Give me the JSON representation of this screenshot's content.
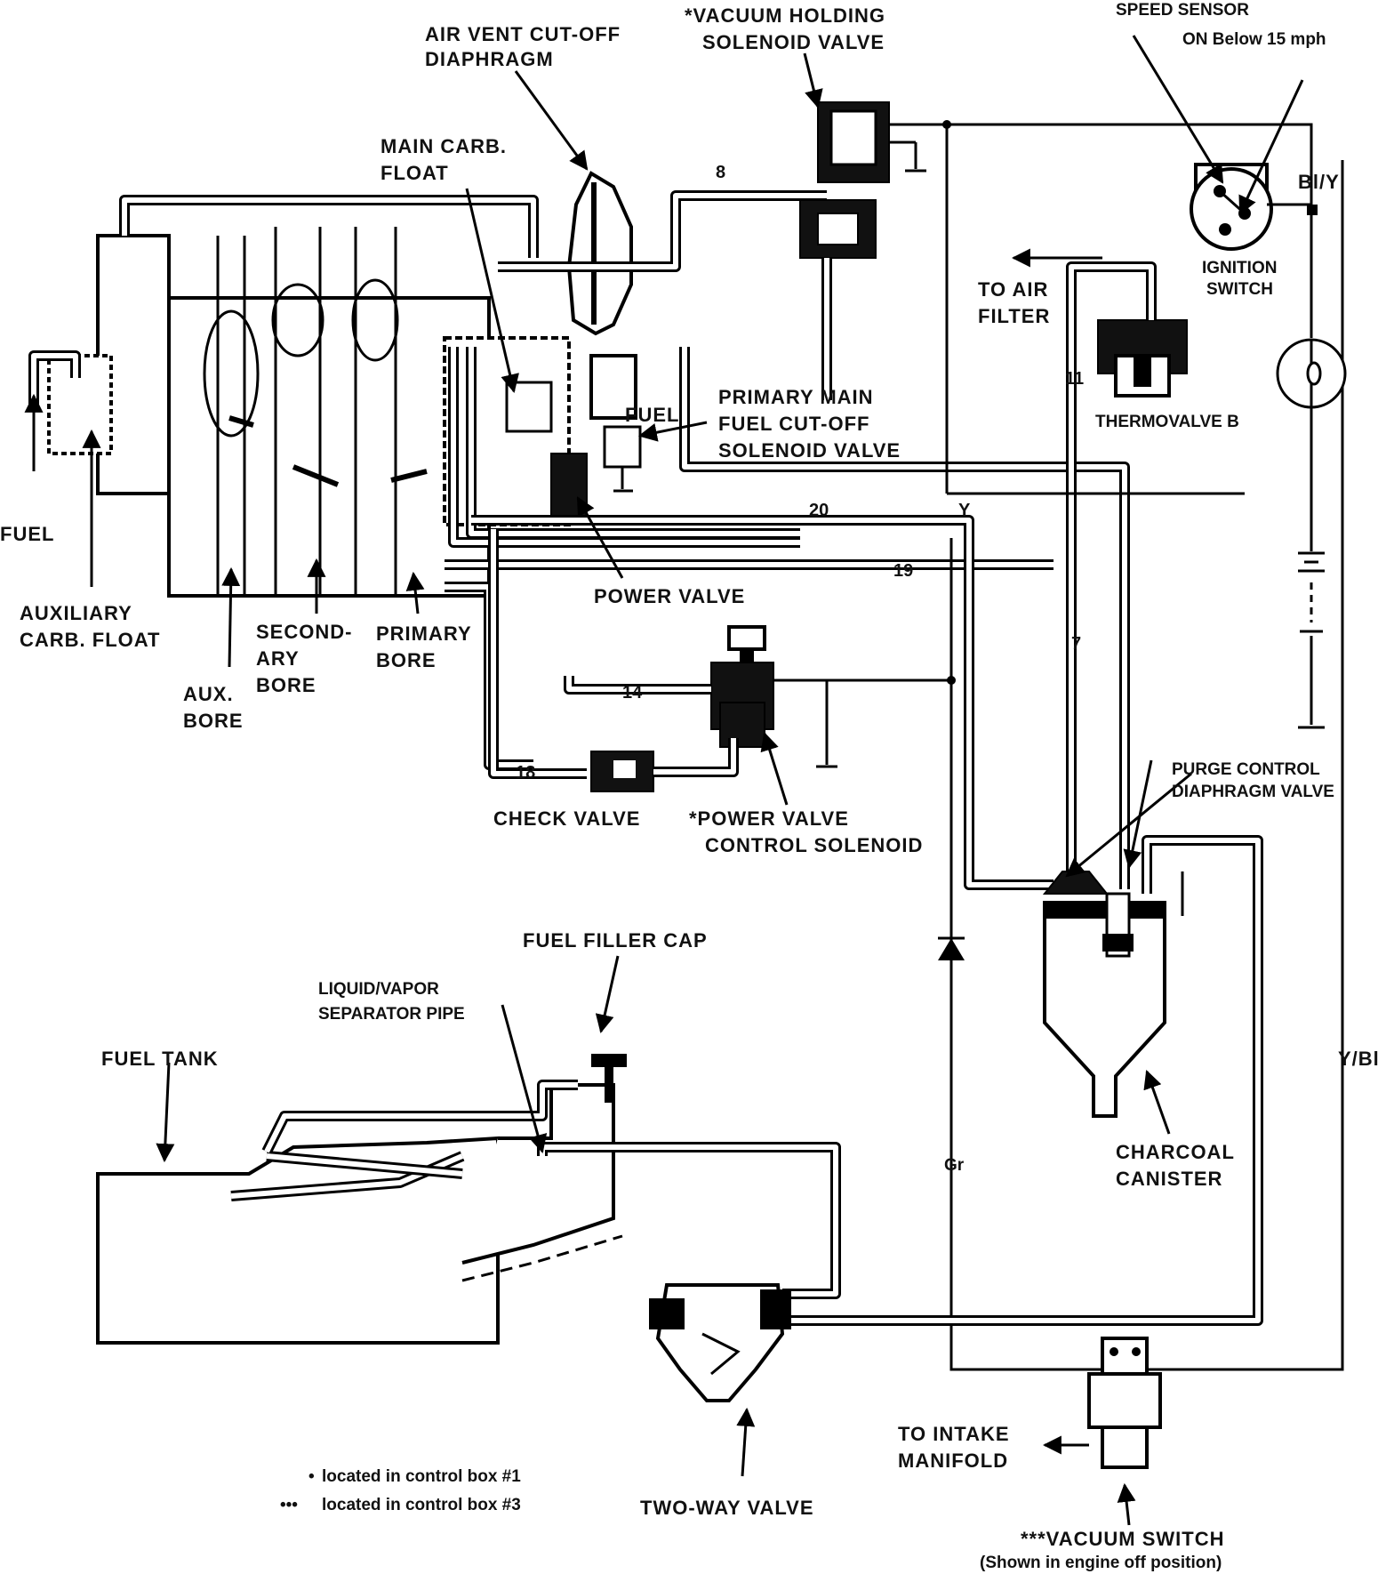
{
  "labels": {
    "air_vent": [
      "AIR VENT CUT-OFF",
      "DIAPHRAGM"
    ],
    "vacuum_holding": [
      "*VACUUM HOLDING",
      "SOLENOID VALVE"
    ],
    "speed_sensor": "SPEED SENSOR",
    "speed_on": "ON Below 15 mph",
    "main_carb_float": [
      "MAIN CARB.",
      "FLOAT"
    ],
    "bl_y": "Bl/Y",
    "ignition_switch": [
      "IGNITION",
      "SWITCH"
    ],
    "to_air_filter": [
      "TO AIR",
      "FILTER"
    ],
    "thermovalve_b": "THERMOVALVE  B",
    "fuel_inlet": "FUEL",
    "fuel_float_side": "FUEL",
    "primary_main_cutoff": [
      "PRIMARY MAIN",
      "FUEL CUT-OFF",
      "SOLENOID VALVE"
    ],
    "power_valve": "POWER VALVE",
    "auxiliary_float": [
      "AUXILIARY",
      "CARB. FLOAT"
    ],
    "secondary_bore": [
      "SECOND-",
      "ARY",
      "BORE"
    ],
    "primary_bore": [
      "PRIMARY",
      "BORE"
    ],
    "aux_bore": [
      "AUX.",
      "BORE"
    ],
    "check_valve": "CHECK VALVE",
    "power_valve_ctrl": [
      "*POWER VALVE",
      "CONTROL SOLENOID"
    ],
    "purge_control": [
      "PURGE CONTROL",
      "DIAPHRAGM VALVE"
    ],
    "fuel_filler_cap": "FUEL FILLER CAP",
    "liquid_vapor": [
      "LIQUID/VAPOR",
      "SEPARATOR PIPE"
    ],
    "fuel_tank": "FUEL TANK",
    "y_bl": "Y/Bl",
    "gr": "Gr",
    "charcoal_canister": [
      "CHARCOAL",
      "CANISTER"
    ],
    "to_intake": [
      "TO INTAKE",
      "MANIFOLD"
    ],
    "two_way_valve": "TWO-WAY VALVE",
    "vacuum_switch": "***VACUUM SWITCH",
    "vacuum_switch_note": "(Shown in engine off position)",
    "note_box1": "located in control box #1",
    "note_box3": "located in control box #3",
    "note_box1_marker": "•",
    "note_box3_marker": "•••",
    "wire_y": "Y"
  },
  "hose_numbers": {
    "h8": "8",
    "h20": "20",
    "h19": "19",
    "h7": "7",
    "h11": "11",
    "h14": "14",
    "h18": "18"
  }
}
